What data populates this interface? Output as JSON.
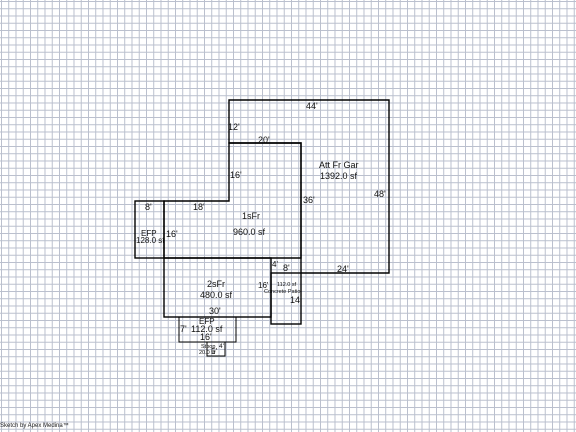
{
  "areas": {
    "garage": {
      "name": "Att Fr Gar",
      "area": "1392.0 sf"
    },
    "first_floor": {
      "name": "1sFr",
      "area": "960.0 sf"
    },
    "second_floor": {
      "name": "2sFr",
      "area": "480.0 sf"
    },
    "efp_left": {
      "name": "EFP",
      "area": "128.0 sf"
    },
    "efp_bottom": {
      "name": "EFP",
      "area": "112.0 sf"
    },
    "patio": {
      "area": "112.0 sf",
      "name": "Concrete Patio"
    },
    "stoop": {
      "name": "Stoop",
      "area": "20.0 sf"
    }
  },
  "dimensions": {
    "garage_top": "44'",
    "garage_right": "48'",
    "garage_bottom": "24'",
    "garage_left_step": "12'",
    "house_top": "20'",
    "house_left_upper": "16'",
    "house_right": "36'",
    "house_step": "18'",
    "efp_left_top": "8'",
    "efp_left_side": "16'",
    "second_step": "4'",
    "patio_top": "8'",
    "patio_left": "16'",
    "patio_bottom": "14'",
    "second_bottom": "30'",
    "efp_bottom_left": "7'",
    "efp_bottom_bottom": "16'",
    "stoop_side": "4'",
    "stoop_bottom": "5'"
  },
  "footer": "Sketch by Apex Medina™"
}
